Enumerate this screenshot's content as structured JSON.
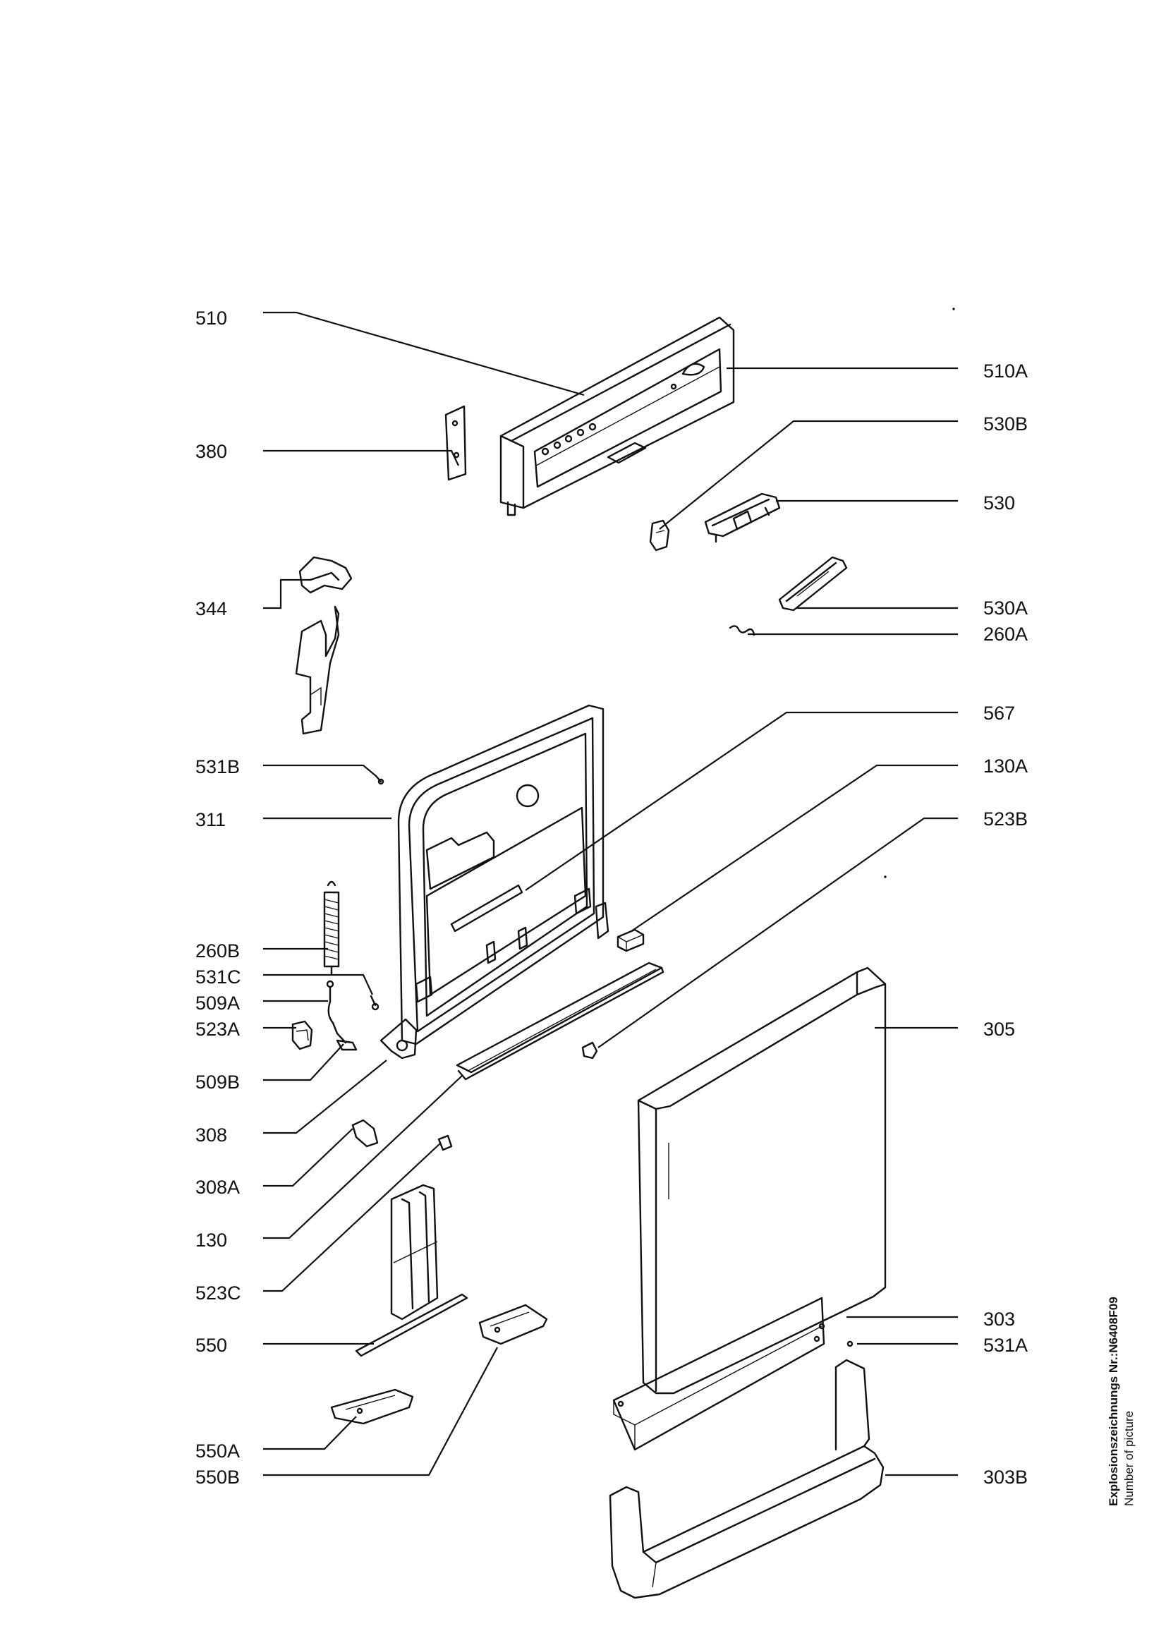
{
  "labels": {
    "l510": "510",
    "l510A": "510A",
    "l380": "380",
    "l530B": "530B",
    "l530": "530",
    "l344": "344",
    "l530A": "530A",
    "l260A": "260A",
    "l567": "567",
    "l531B": "531B",
    "l130A": "130A",
    "l311": "311",
    "l523B": "523B",
    "l260B": "260B",
    "l531C": "531C",
    "l509A": "509A",
    "l523A": "523A",
    "l305": "305",
    "l509B": "509B",
    "l308": "308",
    "l308A": "308A",
    "l130": "130",
    "l523C": "523C",
    "l303": "303",
    "l550": "550",
    "l531A": "531A",
    "l550A": "550A",
    "l550B": "550B",
    "l303B": "303B"
  },
  "picture_number": {
    "title": "Explosionszeichnungs Nr.:N6408F09",
    "subtitle": "Number of picture"
  }
}
